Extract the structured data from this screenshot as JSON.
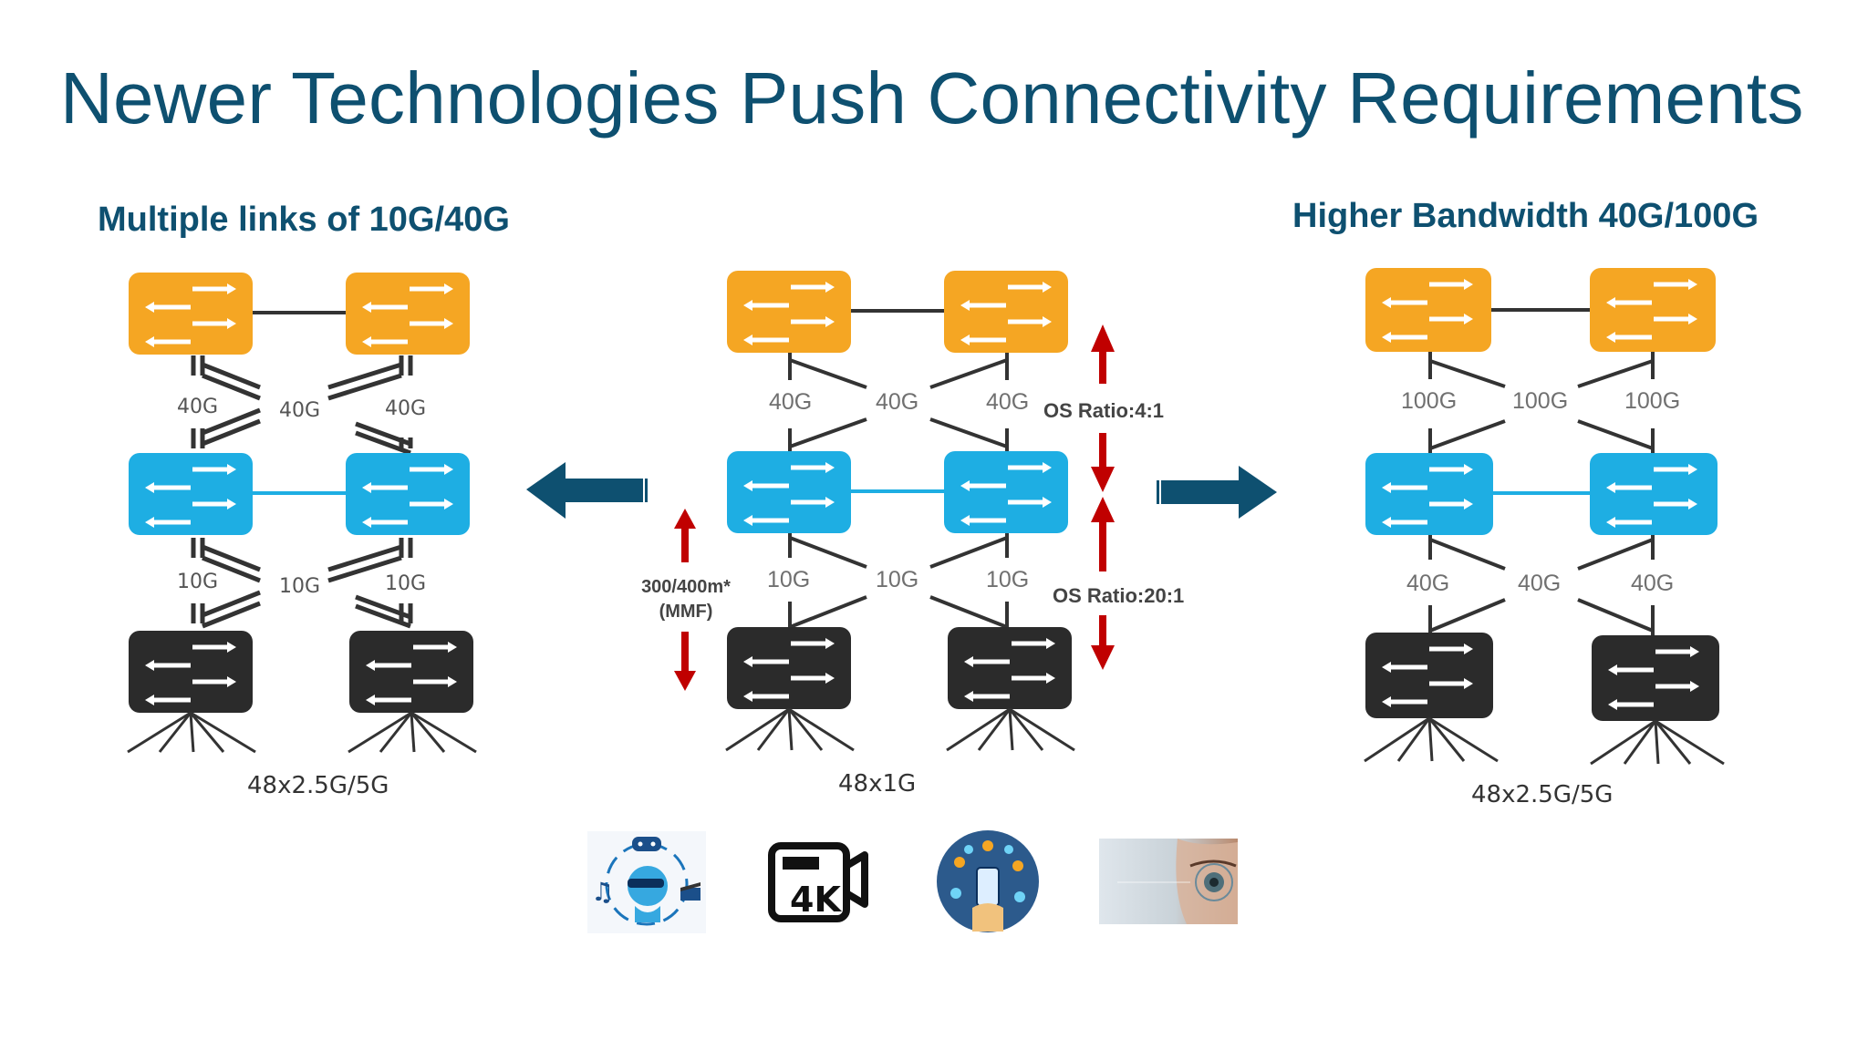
{
  "slide": {
    "title": "Newer Technologies Push Connectivity Requirements",
    "left_heading": "Multiple links of 10G/40G",
    "right_heading": "Higher Bandwidth 40G/100G"
  },
  "left_topology": {
    "uplink_labels": [
      "40G",
      "40G",
      "40G"
    ],
    "downlink_labels": [
      "10G",
      "10G",
      "10G"
    ],
    "access_ports": "48x2.5G/5G"
  },
  "center_topology": {
    "uplink_labels": [
      "40G",
      "40G",
      "40G"
    ],
    "downlink_labels": [
      "10G",
      "10G",
      "10G"
    ],
    "access_ports": "48x1G",
    "distance_label_line1": "300/400m*",
    "distance_label_line2": "(MMF)",
    "os_ratio_top": "OS Ratio:4:1",
    "os_ratio_bottom": "OS Ratio:20:1"
  },
  "right_topology": {
    "uplink_labels": [
      "100G",
      "100G",
      "100G"
    ],
    "downlink_labels": [
      "40G",
      "40G",
      "40G"
    ],
    "access_ports": "48x2.5G/5G"
  },
  "icons": [
    "vr-gaming-icon",
    "4k-camera-icon",
    "iot-phone-icon",
    "eye-scan-icon"
  ],
  "colors": {
    "title": "#0e5070",
    "core_switch": "#f5a623",
    "distribution_switch": "#1eaee3",
    "access_switch": "#2b2b2b",
    "arrow_blue": "#0e5070",
    "ratio_arrow_red": "#c00000"
  }
}
